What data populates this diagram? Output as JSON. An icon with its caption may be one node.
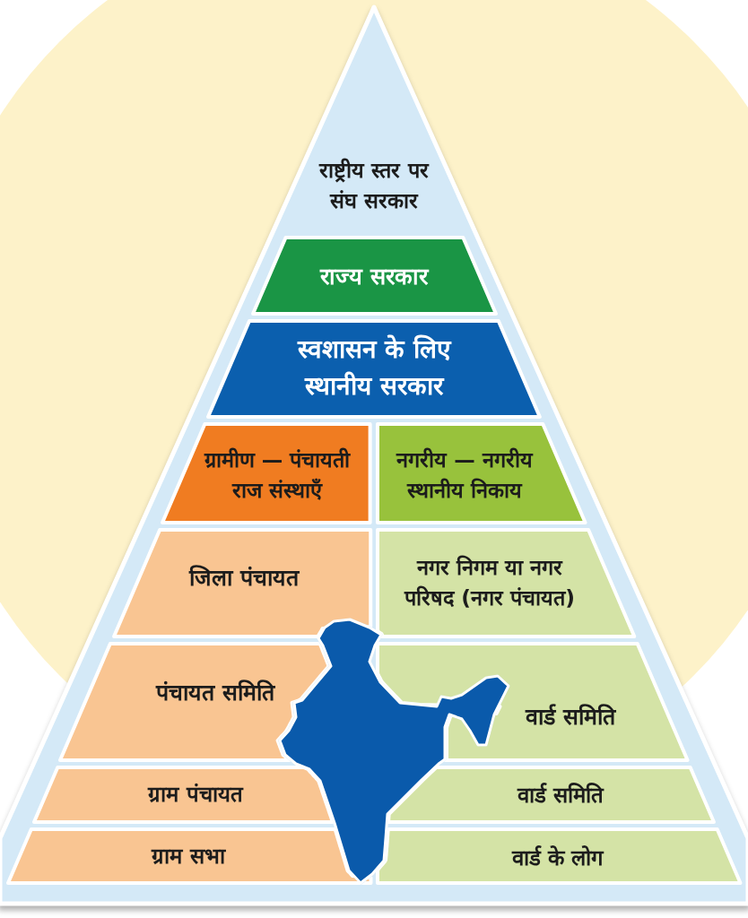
{
  "diagram": {
    "nodes": [
      {
        "text": [
          "राष्ट्रीय स्तर पर संघ सरकार"
        ]
      },
      {
        "text": [
          "राज्य सरकार"
        ],
        "in": 0
      },
      {
        "text": [
          "स्वशासन के लिए स्थानीय सरकार"
        ],
        "in": 0
      },
      {
        "text": [
          "ग्रामीण — पंचायती राज संस्थाएँ"
        ],
        "in": 0
      },
      {
        "text": [
          "नगरीय — नगरीय स्थानीय निकाय"
        ],
        "in": 0
      },
      {
        "text": [
          "जिला पंचायत"
        ],
        "in": 0
      },
      {
        "text": [
          "नगर निगम या नगर परिषद (नगर पंचायत)"
        ],
        "in": 0
      },
      {
        "text": [
          "पंचायत समिति"
        ],
        "in": 0
      },
      {
        "text": [
          "वार्ड समिति"
        ],
        "in": 0
      },
      {
        "text": [
          "ग्राम पंचायत"
        ],
        "in": 0
      },
      {
        "text": [
          "वार्ड समिति"
        ],
        "in": 0
      },
      {
        "text": [
          "ग्राम सभा"
        ],
        "in": 0
      },
      {
        "text": [
          "वार्ड के लोग"
        ],
        "in": 0
      },
      {
        "text": [],
        "shape": "picture",
        "in": 0
      }
    ]
  }
}
